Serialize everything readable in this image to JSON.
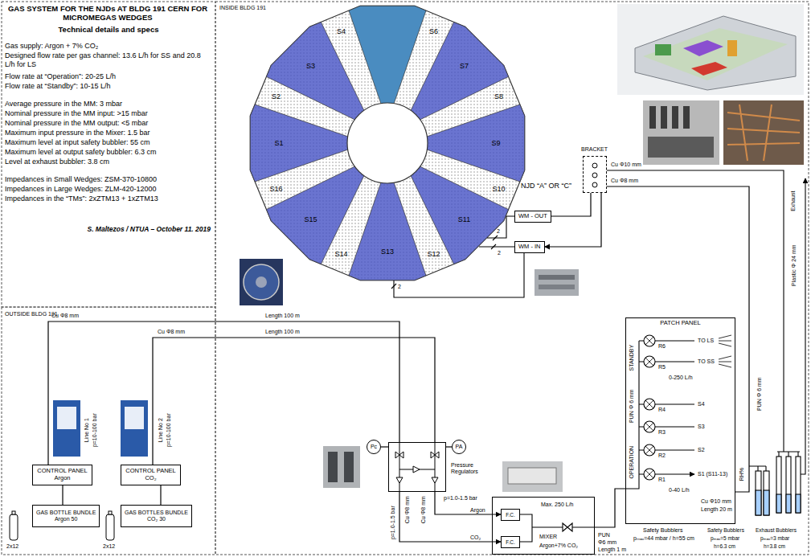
{
  "diagram": {
    "title": "GAS SYSTEM FOR THE NJDs AT BLDG 191 CERN FOR MICROMEGAS WEDGES",
    "nodes": [
      {
        "text": [
          "CONTROL PANEL",
          "Argon"
        ]
      },
      {
        "text": [
          "CONTROL PANEL",
          "CO₂"
        ]
      },
      {
        "text": [
          "GAS BOTTLE BUNDLE",
          "Argon 50"
        ]
      },
      {
        "text": [
          "GAS BOTTLES BUNDLE",
          "CO₂ 30"
        ]
      },
      {
        "text": [
          "Pc"
        ]
      },
      {
        "text": [
          "Pressure Regulators"
        ]
      },
      {
        "text": [
          "PA"
        ]
      },
      {
        "text": [
          "Max. 250 L/h",
          "MIXER",
          "Argon+7% CO₂"
        ]
      },
      {
        "text": [
          "F.C."
        ],
        "in": 7
      },
      {
        "text": [
          "F.C."
        ],
        "in": 7
      },
      {
        "text": [
          "WM - OUT"
        ]
      },
      {
        "text": [
          "WM - IN"
        ]
      },
      {
        "text": [
          "BRACKET"
        ]
      },
      {
        "text": [
          "PATCH PANEL"
        ]
      }
    ],
    "edges": [
      {
        "from": 2,
        "to": 0,
        "arrow": "none"
      },
      {
        "from": 3,
        "to": 1,
        "arrow": "none"
      },
      {
        "from": 0,
        "to": 5,
        "arrow": "none"
      },
      {
        "from": 1,
        "to": 5,
        "arrow": "none"
      },
      {
        "from": 5,
        "to": 8,
        "label": "Argon",
        "arrow": "to"
      },
      {
        "from": 5,
        "to": 9,
        "label": "CO₂",
        "arrow": "to"
      },
      {
        "from": 7,
        "to": 13,
        "arrow": "none"
      },
      {
        "from": 10,
        "to": 12,
        "arrow": "none"
      },
      {
        "from": 12,
        "to": 11,
        "arrow": "to"
      },
      {
        "from": 13,
        "to": 12,
        "arrow": "none"
      },
      {
        "from": 4,
        "to": 5,
        "arrow": "none"
      },
      {
        "from": 6,
        "to": 5,
        "arrow": "none"
      }
    ],
    "labels": [
      "Technical details and specs",
      "Gas supply: Argon + 7% CO₂",
      "Designed flow rate per gas channel: 13.6 L/h for SS and 20.8 L/h for LS",
      "Flow rate at “Operation”: 20-25 L/h",
      "Flow rate at “Standby”: 10-15 L/h",
      "Average pressure in the MM: 3 mbar",
      "Nominal pressure in the MM input: >15 mbar",
      "Nominal pressure in the MM output: <5 mbar",
      "Maximum input pressure in the Mixer: 1.5 bar",
      "Maximum level at input safety bubbler: 55 cm",
      "Maximum level at output safety bubbler: 6.3 cm",
      "Level at exhaust bubbler: 3.8 cm",
      "Impedances in Small Wedges: ZSM-370-10800",
      "Impedances in Large Wedges: ZLM-420-12000",
      "Impedances in the “TMs”: 2xZTM13 + 1xZTM13",
      "S. Maltezos / NTUA – October 11. 2019",
      "INSIDE BLDG 191",
      "OUTSIDE BLDG 191",
      "S1",
      "S2",
      "S3",
      "S4",
      "S6",
      "S7",
      "S8",
      "S9",
      "S10",
      "S11",
      "S12",
      "S13",
      "S14",
      "S15",
      "S16",
      "NJD “A” OR “C”",
      "2",
      "2",
      "2",
      "Cu Φ10 mm",
      "Cu Φ8 mm",
      "Exhaust",
      "Plastic Φ 24 mm",
      "PUN Φ 6 mm",
      "STANDBY",
      "PUN Φ 6 mm",
      "OPERATION",
      "R6",
      "R5",
      "0-250 L/h",
      "R4",
      "R3",
      "R2",
      "R1",
      "0-40 L/h",
      "TO LS",
      "TO SS",
      "S4",
      "S3",
      "S2",
      "S1 (S11-13)",
      "Cu Φ10 mm",
      "Length 20 m",
      "RH%",
      "Safety Bubblers",
      "pₘₐₓ=44 mbar / h=55 cm",
      "Safety Bubblers",
      "pₘₐₓ=5 mbar",
      "h=6.3 cm",
      "Exhaust Bubblers",
      "pₘₐₓ=3 mbar",
      "h=3.8 cm",
      "Cu Φ8 mm",
      "Cu Φ8 mm",
      "p=1.0-1.5 bar",
      "p=1.0-1.5 bar",
      "PUN",
      "Φ6 mm",
      "Length 1 m",
      "Cu Φ8 mm",
      "Length 100 m",
      "Cu Φ8 mm",
      "Length 100 m",
      "Line No 1",
      "p=10-100 bar",
      "Line No 2",
      "p=10-100 bar",
      "2x12",
      "2x12"
    ]
  }
}
